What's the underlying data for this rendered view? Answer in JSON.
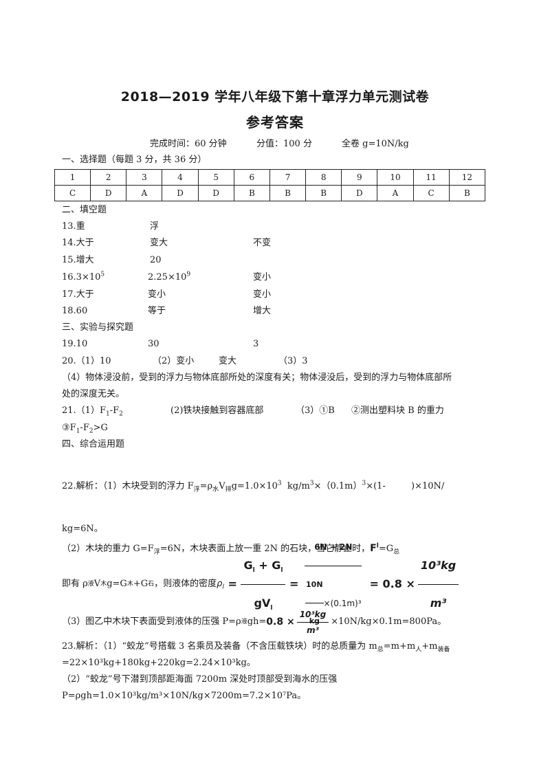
{
  "header": {
    "title": "2018—2019 学年八年级下第十章浮力单元测试卷",
    "subtitle": "参考答案",
    "time": "完成时间：60 分钟",
    "score": "分值：100 分",
    "gravity": "全卷 g=10N/kg"
  },
  "section1": {
    "heading": "一、选择题（每题 3 分，共 36 分）",
    "numbers": [
      "1",
      "2",
      "3",
      "4",
      "5",
      "6",
      "7",
      "8",
      "9",
      "10",
      "11",
      "12"
    ],
    "answers": [
      "C",
      "D",
      "A",
      "D",
      "D",
      "B",
      "B",
      "B",
      "D",
      "A",
      "C",
      "B"
    ]
  },
  "section2": {
    "heading": "二、填空题",
    "rows": [
      {
        "q": "13.重",
        "a": "浮",
        "b": ""
      },
      {
        "q": "14.大于",
        "a": "变大",
        "b": "不变"
      },
      {
        "q": "15.增大",
        "a": "20",
        "b": ""
      },
      {
        "q": "16.3×10",
        "q_sup": "5",
        "a": "2.25×10",
        "a_sup": "9",
        "b": "变小"
      },
      {
        "q": "17.大于",
        "a": "变小",
        "b": "变小"
      },
      {
        "q": "18.60",
        "a": "等于",
        "b": "增大"
      }
    ]
  },
  "section3": {
    "heading": "三、实验与探究题",
    "q19": {
      "a": "19.10",
      "b": "30",
      "c": "3"
    },
    "q20": {
      "a": "20.（1）10",
      "b": "（2）变小",
      "c": "变大",
      "d": "（3）3"
    },
    "q20_4_line1": "（4）物体浸没前，受到的浮力与物体底部所处的深度有关；物体浸没后，受到的浮力与物体底部所",
    "q20_4_line2": "处的深度无关。",
    "q21": {
      "a": "21.（1）F",
      "b": "(2)铁块接触到容器底部",
      "c": "（3）①B",
      "d": "②测出塑料块 B 的重力"
    },
    "q21_line2": "③F"
  },
  "section4": {
    "heading": "四、综合运用题",
    "q22_line1_a": "22.解析：（1）木块受到的浮力 F",
    "q22_line1_b": "=ρ",
    "q22_line1_c": "V",
    "q22_line1_d": "g=1.0×10",
    "q22_line1_e": "kg/m",
    "q22_line1_f": "×（0.1m）",
    "q22_line1_g": "×(1-",
    "q22_line1_h": ")×10N/",
    "q22_line2": "kg=6N。",
    "q22_p2_a": "（2）木块的重力 G=F",
    "q22_p2_b": "=6N，木块表面上放一重 2N 的石块，当它静止时，",
    "q22_p2_c": "=G",
    "q22_p3_a": "即有 ρ",
    "q22_p3_b": "V",
    "q22_p3_c": "g=G",
    "q22_p3_d": "+G",
    "q22_p3_e": "，则液体的密度",
    "q22_p4_a": "（3）图乙中木块下表面受到液体的压强 P=ρ",
    "q22_p4_b": "gh=",
    "q22_p4_c": "×10N/kg×0.1m=800Pa。",
    "q23_line1": "23.解析：（1）“蛟龙”号搭载 3 名乘员及装备（不含压载铁块）时的总质量为 m",
    "q23_line2": "=22×10³kg+180kg+220kg=2.24×10³kg。",
    "q23_line3": "（2）“蛟龙”号下潜到顶部距海面 7200m 深处时顶部受到海水的压强",
    "q23_line4": "P=ρgh=1.0×10³kg/m³×10N/kg×7200m=7.2×10⁷Pa。"
  },
  "formula": {
    "f_label": "F",
    "f_sub": "l",
    "rho": "ρ",
    "rho_sub": "l",
    "num": "G",
    "den": "gV",
    "num2": "6N + 2N",
    "den2_a": "10N",
    "den2_b": "kg",
    "den2_c": "×(0.1m)³",
    "eq": "= 0.8 ×",
    "num3": "10³kg",
    "den3": "m³",
    "p_coef": "0.8 ×",
    "p_num": "10³kg",
    "p_den": "m³"
  }
}
